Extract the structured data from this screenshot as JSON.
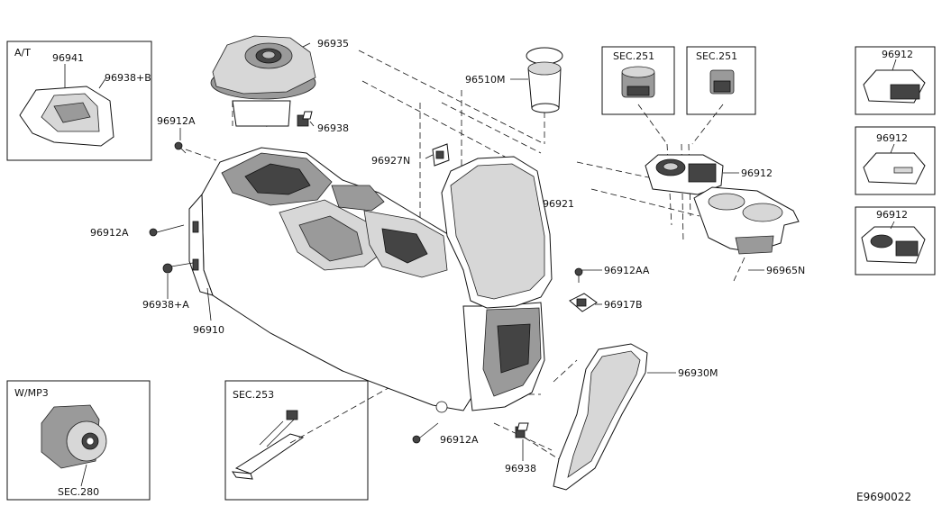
{
  "diagram_id": "E9690022",
  "insets": {
    "at": {
      "title": "A/T",
      "part_a": "96941",
      "part_b": "96938+B"
    },
    "mp3": {
      "title": "W/MP3",
      "ref": "SEC.280"
    },
    "sec253": {
      "title": "SEC.253"
    },
    "sec251_left": {
      "title": "SEC.251"
    },
    "sec251_right": {
      "title": "SEC.251"
    },
    "switch_1": {
      "part": "96912"
    },
    "switch_2": {
      "part": "96912"
    },
    "switch_3": {
      "part": "96912"
    }
  },
  "callouts": {
    "c96935": "96935",
    "c96938_top": "96938",
    "c96912a_1": "96912A",
    "c96927n": "96927N",
    "c96510m": "96510M",
    "c96921": "96921",
    "c96912_panel": "96912",
    "c96965n": "96965N",
    "c96912a_2": "96912A",
    "c96938a": "96938+A",
    "c96910": "96910",
    "c96912aa": "96912AA",
    "c96917b": "96917B",
    "c96930m": "96930M",
    "c96912a_3": "96912A",
    "c96938_bottom": "96938"
  }
}
